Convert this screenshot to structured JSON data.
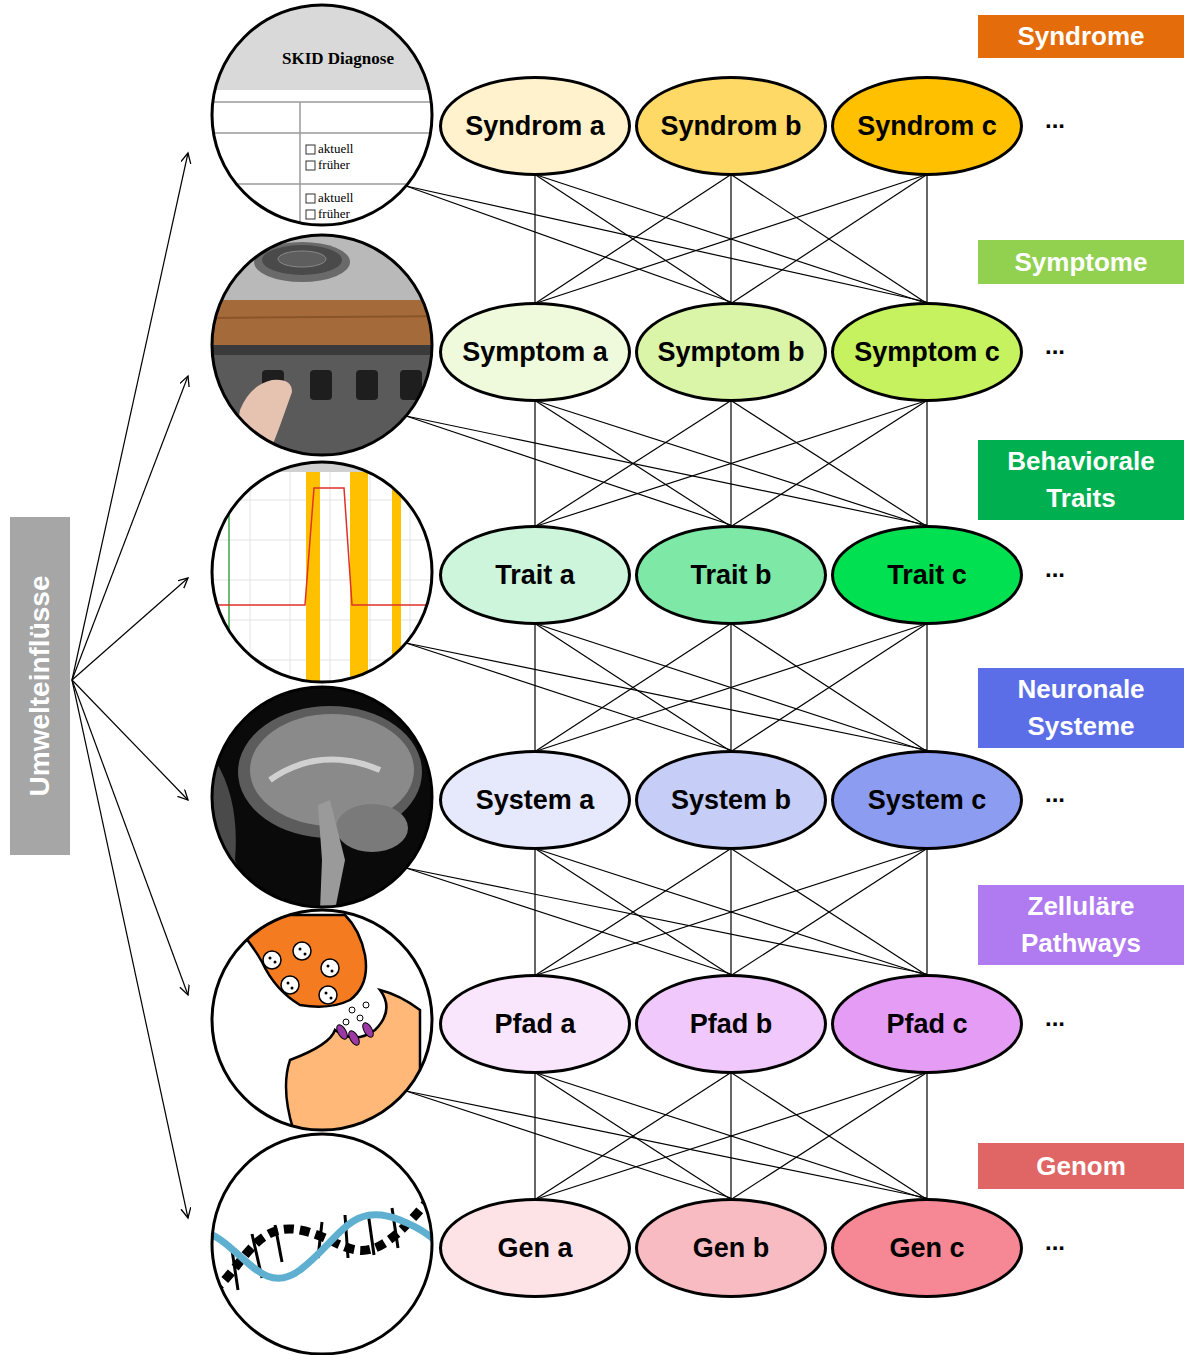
{
  "diagram": {
    "nodes": [
      {
        "text": [
          "Umwelteinflüsse"
        ]
      },
      {
        "text": [
          "Syndrome"
        ]
      },
      {
        "text": [
          "Syndrom a"
        ]
      },
      {
        "text": [
          "Syndrom b"
        ]
      },
      {
        "text": [
          "Syndrom c"
        ]
      },
      {
        "text": [
          "Symptome"
        ]
      },
      {
        "text": [
          "Symptom a"
        ]
      },
      {
        "text": [
          "Symptom b"
        ]
      },
      {
        "text": [
          "Symptom c"
        ]
      },
      {
        "text": [
          "Behaviorale Traits"
        ]
      },
      {
        "text": [
          "Trait a"
        ]
      },
      {
        "text": [
          "Trait b"
        ]
      },
      {
        "text": [
          "Trait c"
        ]
      },
      {
        "text": [
          "Neuronale Systeme"
        ]
      },
      {
        "text": [
          "System a"
        ]
      },
      {
        "text": [
          "System b"
        ]
      },
      {
        "text": [
          "System c"
        ]
      },
      {
        "text": [
          "Zelluläre Pathways"
        ]
      },
      {
        "text": [
          "Pfad a"
        ]
      },
      {
        "text": [
          "Pfad b"
        ]
      },
      {
        "text": [
          "Pfad c"
        ]
      },
      {
        "text": [
          "Genom"
        ]
      },
      {
        "text": [
          "Gen a"
        ]
      },
      {
        "text": [
          "Gen b"
        ]
      },
      {
        "text": [
          "Gen c"
        ]
      }
    ],
    "edges": [
      {
        "from": 2,
        "to": 6,
        "arrow": "none"
      },
      {
        "from": 2,
        "to": 7,
        "arrow": "none"
      },
      {
        "from": 2,
        "to": 8,
        "arrow": "none"
      },
      {
        "from": 3,
        "to": 6,
        "arrow": "none"
      },
      {
        "from": 3,
        "to": 7,
        "arrow": "none"
      },
      {
        "from": 3,
        "to": 8,
        "arrow": "none"
      },
      {
        "from": 4,
        "to": 6,
        "arrow": "none"
      },
      {
        "from": 4,
        "to": 7,
        "arrow": "none"
      },
      {
        "from": 4,
        "to": 8,
        "arrow": "none"
      },
      {
        "from": 6,
        "to": 10,
        "arrow": "none"
      },
      {
        "from": 6,
        "to": 11,
        "arrow": "none"
      },
      {
        "from": 6,
        "to": 12,
        "arrow": "none"
      },
      {
        "from": 7,
        "to": 10,
        "arrow": "none"
      },
      {
        "from": 7,
        "to": 11,
        "arrow": "none"
      },
      {
        "from": 7,
        "to": 12,
        "arrow": "none"
      },
      {
        "from": 8,
        "to": 10,
        "arrow": "none"
      },
      {
        "from": 8,
        "to": 11,
        "arrow": "none"
      },
      {
        "from": 8,
        "to": 12,
        "arrow": "none"
      },
      {
        "from": 10,
        "to": 14,
        "arrow": "none"
      },
      {
        "from": 10,
        "to": 15,
        "arrow": "none"
      },
      {
        "from": 10,
        "to": 16,
        "arrow": "none"
      },
      {
        "from": 11,
        "to": 14,
        "arrow": "none"
      },
      {
        "from": 11,
        "to": 15,
        "arrow": "none"
      },
      {
        "from": 11,
        "to": 16,
        "arrow": "none"
      },
      {
        "from": 12,
        "to": 14,
        "arrow": "none"
      },
      {
        "from": 12,
        "to": 15,
        "arrow": "none"
      },
      {
        "from": 12,
        "to": 16,
        "arrow": "none"
      },
      {
        "from": 14,
        "to": 18,
        "arrow": "none"
      },
      {
        "from": 14,
        "to": 19,
        "arrow": "none"
      },
      {
        "from": 14,
        "to": 20,
        "arrow": "none"
      },
      {
        "from": 15,
        "to": 18,
        "arrow": "none"
      },
      {
        "from": 15,
        "to": 19,
        "arrow": "none"
      },
      {
        "from": 15,
        "to": 20,
        "arrow": "none"
      },
      {
        "from": 16,
        "to": 18,
        "arrow": "none"
      },
      {
        "from": 16,
        "to": 19,
        "arrow": "none"
      },
      {
        "from": 16,
        "to": 20,
        "arrow": "none"
      },
      {
        "from": 18,
        "to": 22,
        "arrow": "none"
      },
      {
        "from": 18,
        "to": 23,
        "arrow": "none"
      },
      {
        "from": 18,
        "to": 24,
        "arrow": "none"
      },
      {
        "from": 19,
        "to": 22,
        "arrow": "none"
      },
      {
        "from": 19,
        "to": 23,
        "arrow": "none"
      },
      {
        "from": 19,
        "to": 24,
        "arrow": "none"
      },
      {
        "from": 20,
        "to": 22,
        "arrow": "none"
      },
      {
        "from": 20,
        "to": 23,
        "arrow": "none"
      },
      {
        "from": 20,
        "to": 24,
        "arrow": "none"
      }
    ],
    "labels": [
      "SKID Diagnose",
      "aktuell",
      "früher",
      "aktuell",
      "früher",
      "...",
      "...",
      "...",
      "...",
      "...",
      "..."
    ]
  }
}
